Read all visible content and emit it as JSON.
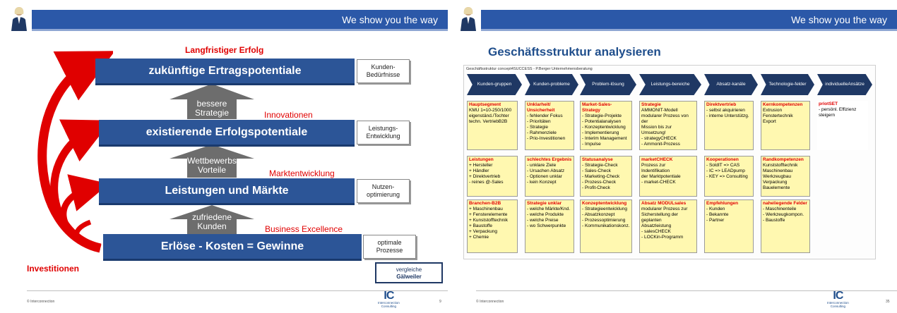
{
  "header": {
    "tagline": "We show you the way"
  },
  "colors": {
    "header_blue": "#2b58a8",
    "bar_blue": "#2c5597",
    "red": "#e00000",
    "cell_yellow": "#fff8b0",
    "chevron_navy": "#1f3864"
  },
  "left": {
    "top_label": "Langfristiger Erfolg",
    "bottom_label": "Investitionen",
    "bars": [
      {
        "text": "zukünftige Ertragspotentiale",
        "side": [
          "Kunden-",
          "Bedürfnisse"
        ]
      },
      {
        "text": "existierende Erfolgspotentiale",
        "side": [
          "Leistungs-",
          "Entwicklung"
        ]
      },
      {
        "text": "Leistungen und Märkte",
        "side": [
          "Nutzen-",
          "optimierung"
        ]
      },
      {
        "text": "Erlöse -  Kosten = Gewinne",
        "side": [
          "optimale",
          "Prozesse"
        ]
      }
    ],
    "arrows": [
      {
        "lines": [
          "bessere",
          "Strategie"
        ],
        "label": "Innovationen"
      },
      {
        "lines": [
          "Wettbewerbs",
          "Vorteile"
        ],
        "label": "Marktentwicklung"
      },
      {
        "lines": [
          "zufriedene",
          "Kunden"
        ],
        "label": "Business Excellence"
      }
    ],
    "compare_box": [
      "vergleiche",
      "Gälweiler"
    ],
    "footer": {
      "copyright": "© Interconnection",
      "page": "9"
    }
  },
  "right": {
    "title": "Geschäftsstruktur analysieren",
    "table_caption": "Geschäftsstruktur concept4SUCCESS - P.Berger Unternehmensberatung",
    "columns": [
      [
        "Kunden-",
        "gruppen"
      ],
      [
        "Kunden-",
        "probleme"
      ],
      [
        "Problem-",
        "lösung"
      ],
      [
        "Leistungs-",
        "bereiche"
      ],
      [
        "Absatz-",
        "kanäle"
      ],
      [
        "Technologie-",
        "felder"
      ],
      [
        "individuelle",
        "Ansätze"
      ]
    ],
    "rows": [
      [
        {
          "title": "Hauptsegment",
          "lines": [
            "KMU 1=10-250/1000",
            "eigenständ./Tochter",
            "techn. VertriebB2B"
          ]
        },
        {
          "title": "Unklarheit/ Unsicherheit",
          "lines": [
            "- fehlender Fokus",
            "- Prioritäten",
            "- Strategie",
            "- Rahmenziele",
            "- Prio-Investitionen"
          ]
        },
        {
          "title": "Market-Sales-Strategy",
          "lines": [
            "- Strategie-Projekte",
            "- Potentialanalysen",
            "- Konzeptentwicklung",
            "- Implementierung",
            "- Interim Management",
            "- Impulse"
          ]
        },
        {
          "title": "Strategie",
          "lines": [
            "AMMONIT-Modell",
            "modularer Prozess von der",
            "Mission bis zur Umsetzung!",
            "- strategyCHECK",
            "- Ammonit-Prozess"
          ]
        },
        {
          "title": "Direktvertrieb",
          "lines": [
            "- selbst akquirieren",
            "- interne Unterstützg."
          ]
        },
        {
          "title": "Kernkompetenzen",
          "lines": [
            "Extrusion",
            "Fenstertechnik",
            "Export"
          ]
        },
        {
          "title": "priotSET",
          "lines": [
            "- persönl. Effizienz",
            "steigern"
          ]
        }
      ],
      [
        {
          "title": "Leistungen",
          "lines": [
            "+ Hersteller",
            "+ Händler",
            "+ Direktvertrieb",
            "- reines @-Sales"
          ]
        },
        {
          "title": "schlechtes Ergebnis",
          "lines": [
            "- unklare Ziele",
            "- Ursachen Absatz",
            "- Optionen unklar",
            "- kein Konzept"
          ]
        },
        {
          "title": "Statusanalyse",
          "lines": [
            "- Strategie-Check",
            "- Sales-Check",
            "- Marketing-Check",
            "- Prozess-Check",
            "- Profit-Check"
          ]
        },
        {
          "title": "marketCHECK",
          "lines": [
            "Prozess  zur Indentifikation",
            "der Marktpotentiale",
            "- market-CHECK"
          ]
        },
        {
          "title": "Kooperationen",
          "lines": [
            "- SoldIT => CAS",
            "- IC => LEADpump",
            "- KEY => Consulting"
          ]
        },
        {
          "title": "Randkompetenzen",
          "lines": [
            "Kunststofftechnik",
            "Maschinenbau",
            "Werkzeugbau",
            "Verpackung",
            "Bauelemente"
          ]
        },
        null
      ],
      [
        {
          "title": "Branchen-B2B",
          "lines": [
            "+ Maschinenbau",
            "+ Fensterelemente",
            "+ Kunststofftechnik",
            "+ Baustoffe",
            "+ Verpackung",
            "+ Chemie"
          ]
        },
        {
          "title": "Strategie unklar",
          "lines": [
            "- welche Märkte/Knd.",
            "- welche Produkte",
            "- welche Preise",
            "- wo Schwerpunkte"
          ]
        },
        {
          "title": "Konzeptentwicklung",
          "lines": [
            "- Strategieentwicklung",
            "- Absatzkonzept",
            "- Prozessoptimierung",
            "- Kommunikationskonz."
          ]
        },
        {
          "title": "Absatz MODULsales",
          "lines": [
            "modularer Prozess zur",
            "Sicherstellung der geplanten",
            "Absatzleistung",
            "- salesCHECK",
            "- LOCKin-Programm"
          ]
        },
        {
          "title": "Empfehlungen",
          "lines": [
            "- Kunden",
            "- Bekannte",
            "- Partner"
          ]
        },
        {
          "title": "naheliegende Felder",
          "lines": [
            "- Maschinenteile",
            "- Werkzeugkompon.",
            "- Baustoffe"
          ]
        },
        null
      ]
    ],
    "footer": {
      "copyright": "© Interconnection",
      "page": "35"
    }
  },
  "logo": {
    "big": "IC",
    "line1": "Interconnection",
    "line2": "Consulting"
  }
}
